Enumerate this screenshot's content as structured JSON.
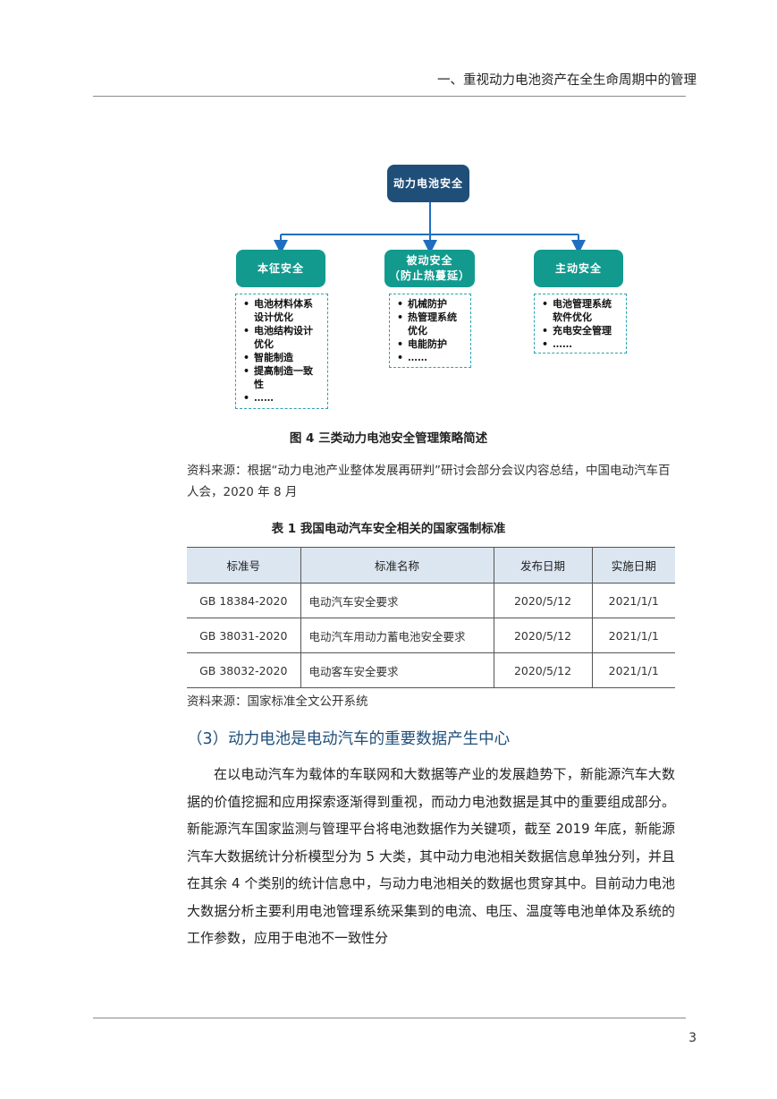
{
  "header": {
    "running_title": "一、重视动力电池资产在全生命周期中的管理"
  },
  "diagram": {
    "root": "动力电池安全",
    "branches": [
      {
        "title_lines": [
          "本征安全"
        ],
        "items": [
          "电池材料体系设计优化",
          "电池结构设计优化",
          "智能制造",
          "提高制造一致性",
          "……"
        ]
      },
      {
        "title_lines": [
          "被动安全",
          "（防止热蔓延）"
        ],
        "items": [
          "机械防护",
          "热管理系统优化",
          "电能防护",
          "……"
        ]
      },
      {
        "title_lines": [
          "主动安全"
        ],
        "items": [
          "电池管理系统软件优化",
          "充电安全管理",
          "……"
        ]
      }
    ],
    "colors": {
      "root": "#1f4e79",
      "branch": "#129a8f",
      "connector": "#1f6fc0",
      "list_border": "#2aa3b0"
    }
  },
  "figure": {
    "caption": "图 4  三类动力电池安全管理策略简述",
    "source": "资料来源：根据“动力电池产业整体发展再研判”研讨会部分会议内容总结，中国电动汽车百人会，2020 年 8 月"
  },
  "table": {
    "caption": "表 1  我国电动汽车安全相关的国家强制标准",
    "headers": [
      "标准号",
      "标准名称",
      "发布日期",
      "实施日期"
    ],
    "rows": [
      [
        "GB 18384-2020",
        "电动汽车安全要求",
        "2020/5/12",
        "2021/1/1"
      ],
      [
        "GB 38031-2020",
        "电动汽车用动力蓄电池安全要求",
        "2020/5/12",
        "2021/1/1"
      ],
      [
        "GB 38032-2020",
        "电动客车安全要求",
        "2020/5/12",
        "2021/1/1"
      ]
    ],
    "source": "资料来源：国家标准全文公开系统",
    "header_bg": "#dce6f1"
  },
  "section": {
    "heading": "（3）动力电池是电动汽车的重要数据产生中心",
    "paragraph": "在以电动汽车为载体的车联网和大数据等产业的发展趋势下，新能源汽车大数据的价值挖掘和应用探索逐渐得到重视，而动力电池数据是其中的重要组成部分。新能源汽车国家监测与管理平台将电池数据作为关键项，截至 2019 年底，新能源汽车大数据统计分析模型分为 5 大类，其中动力电池相关数据信息单独分列，并且在其余 4 个类别的统计信息中，与动力电池相关的数据也贯穿其中。目前动力电池大数据分析主要利用电池管理系统采集到的电流、电压、温度等电池单体及系统的工作参数，应用于电池不一致性分",
    "heading_color": "#1f4e79"
  },
  "footer": {
    "page_number": "3"
  }
}
